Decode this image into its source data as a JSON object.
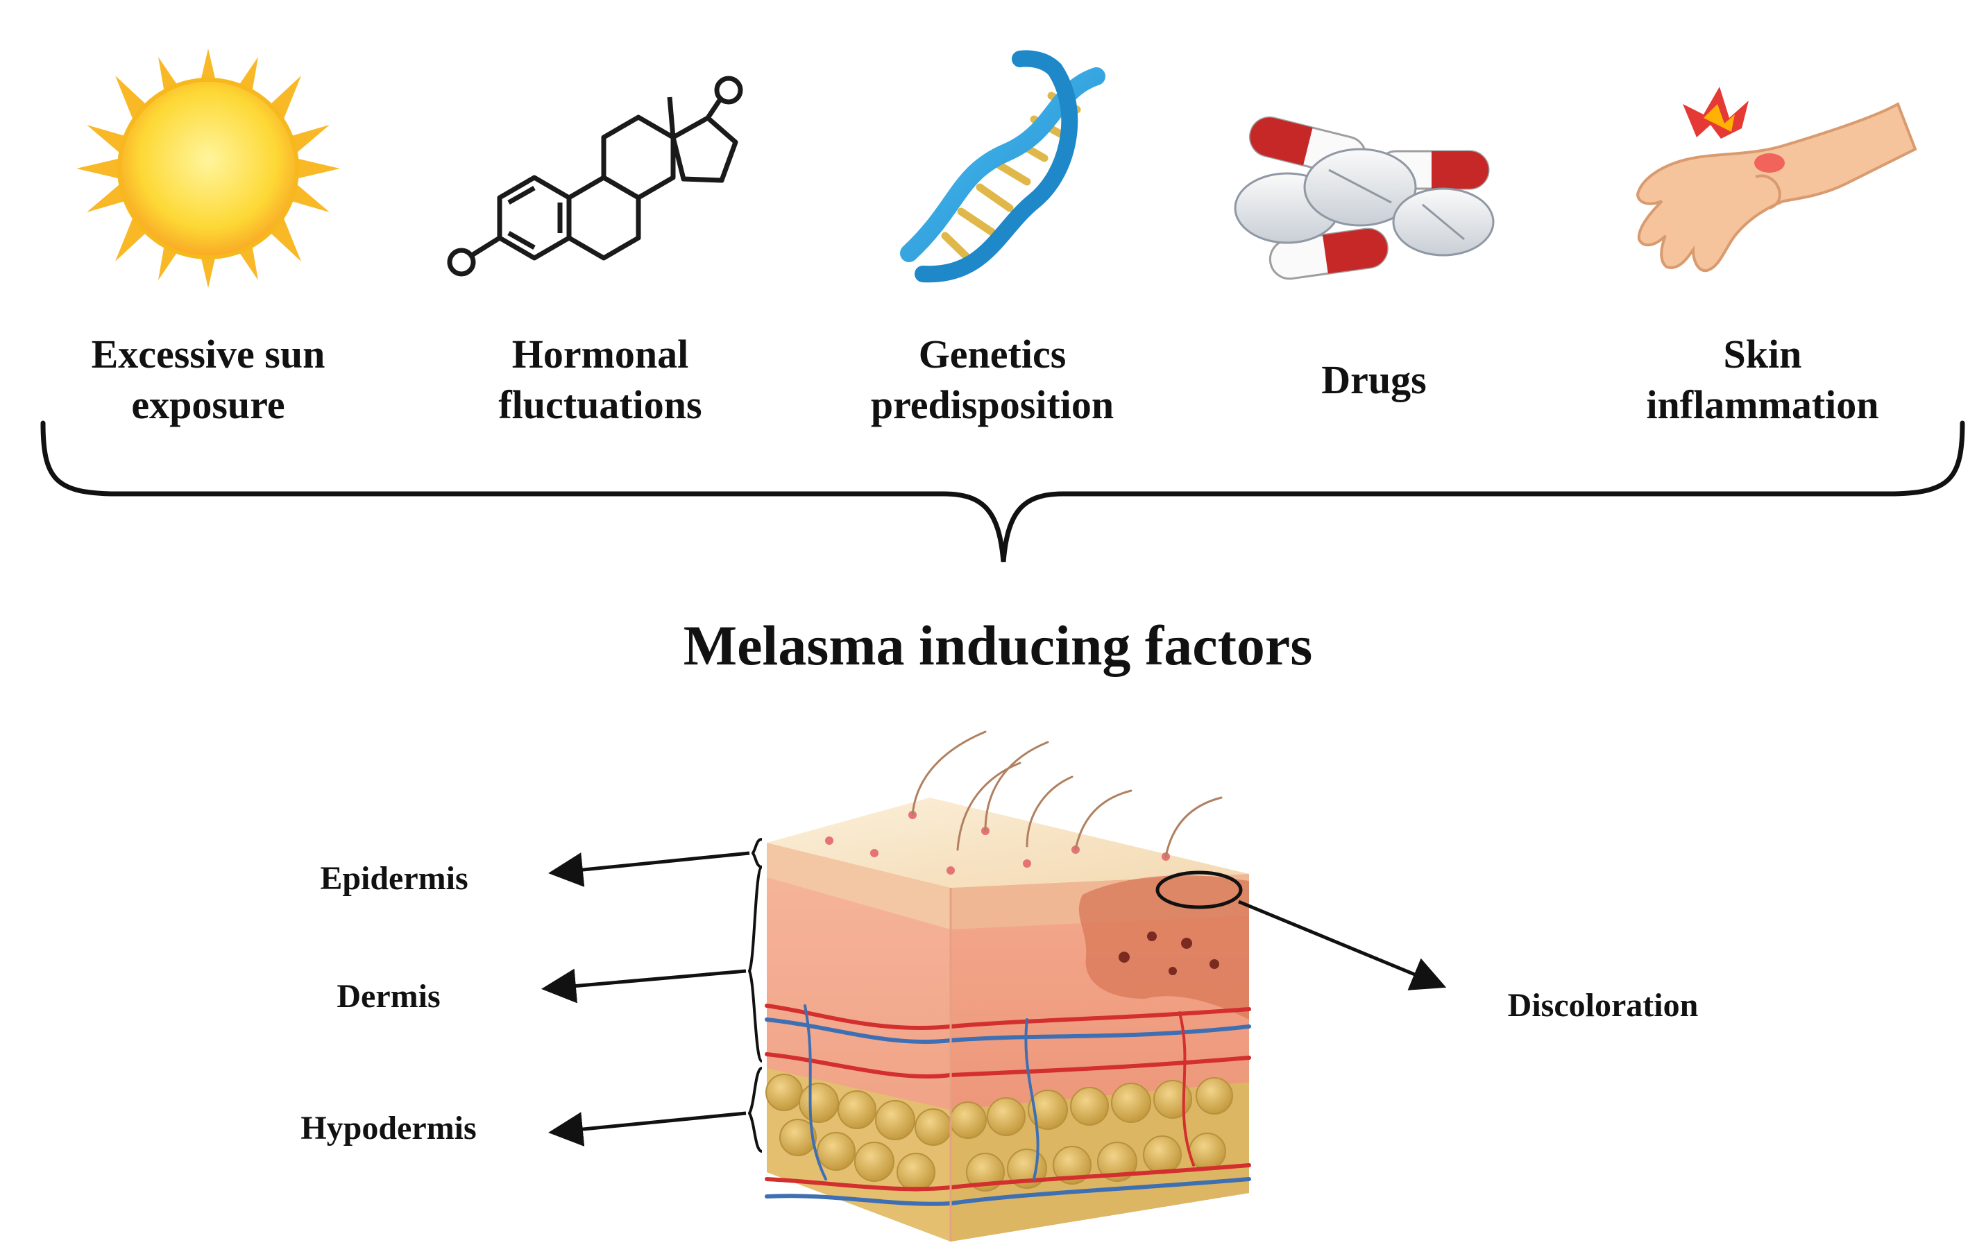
{
  "factors": [
    {
      "icon": "sun-icon",
      "line1": "Excessive sun",
      "line2": "exposure"
    },
    {
      "icon": "hormone-molecule-icon",
      "line1": "Hormonal",
      "line2": "fluctuations"
    },
    {
      "icon": "dna-icon",
      "line1": "Genetics",
      "line2": "predisposition"
    },
    {
      "icon": "pills-icon",
      "line1": "Drugs",
      "line2": ""
    },
    {
      "icon": "inflamed-hand-icon",
      "line1": "Skin",
      "line2": "inflammation"
    }
  ],
  "title": "Melasma inducing factors",
  "skin": {
    "layers": [
      {
        "label": "Epidermis"
      },
      {
        "label": "Dermis"
      },
      {
        "label": "Hypodermis"
      }
    ],
    "discoloration_label": "Discoloration"
  },
  "colors": {
    "sun": "#fdd835",
    "sun_rays": "#f9a825",
    "dna_backbone": "#29a9e0",
    "dna_rungs": "#e0b84a",
    "pill_red": "#c62828",
    "skin_top": "#f8e3c4",
    "dermis": "#f2a58a",
    "fat": "#d9b25a",
    "artery": "#d32f2f",
    "vein": "#3f6fb3",
    "hand": "#f5c49c",
    "inflammation_flash": "#e53935"
  }
}
